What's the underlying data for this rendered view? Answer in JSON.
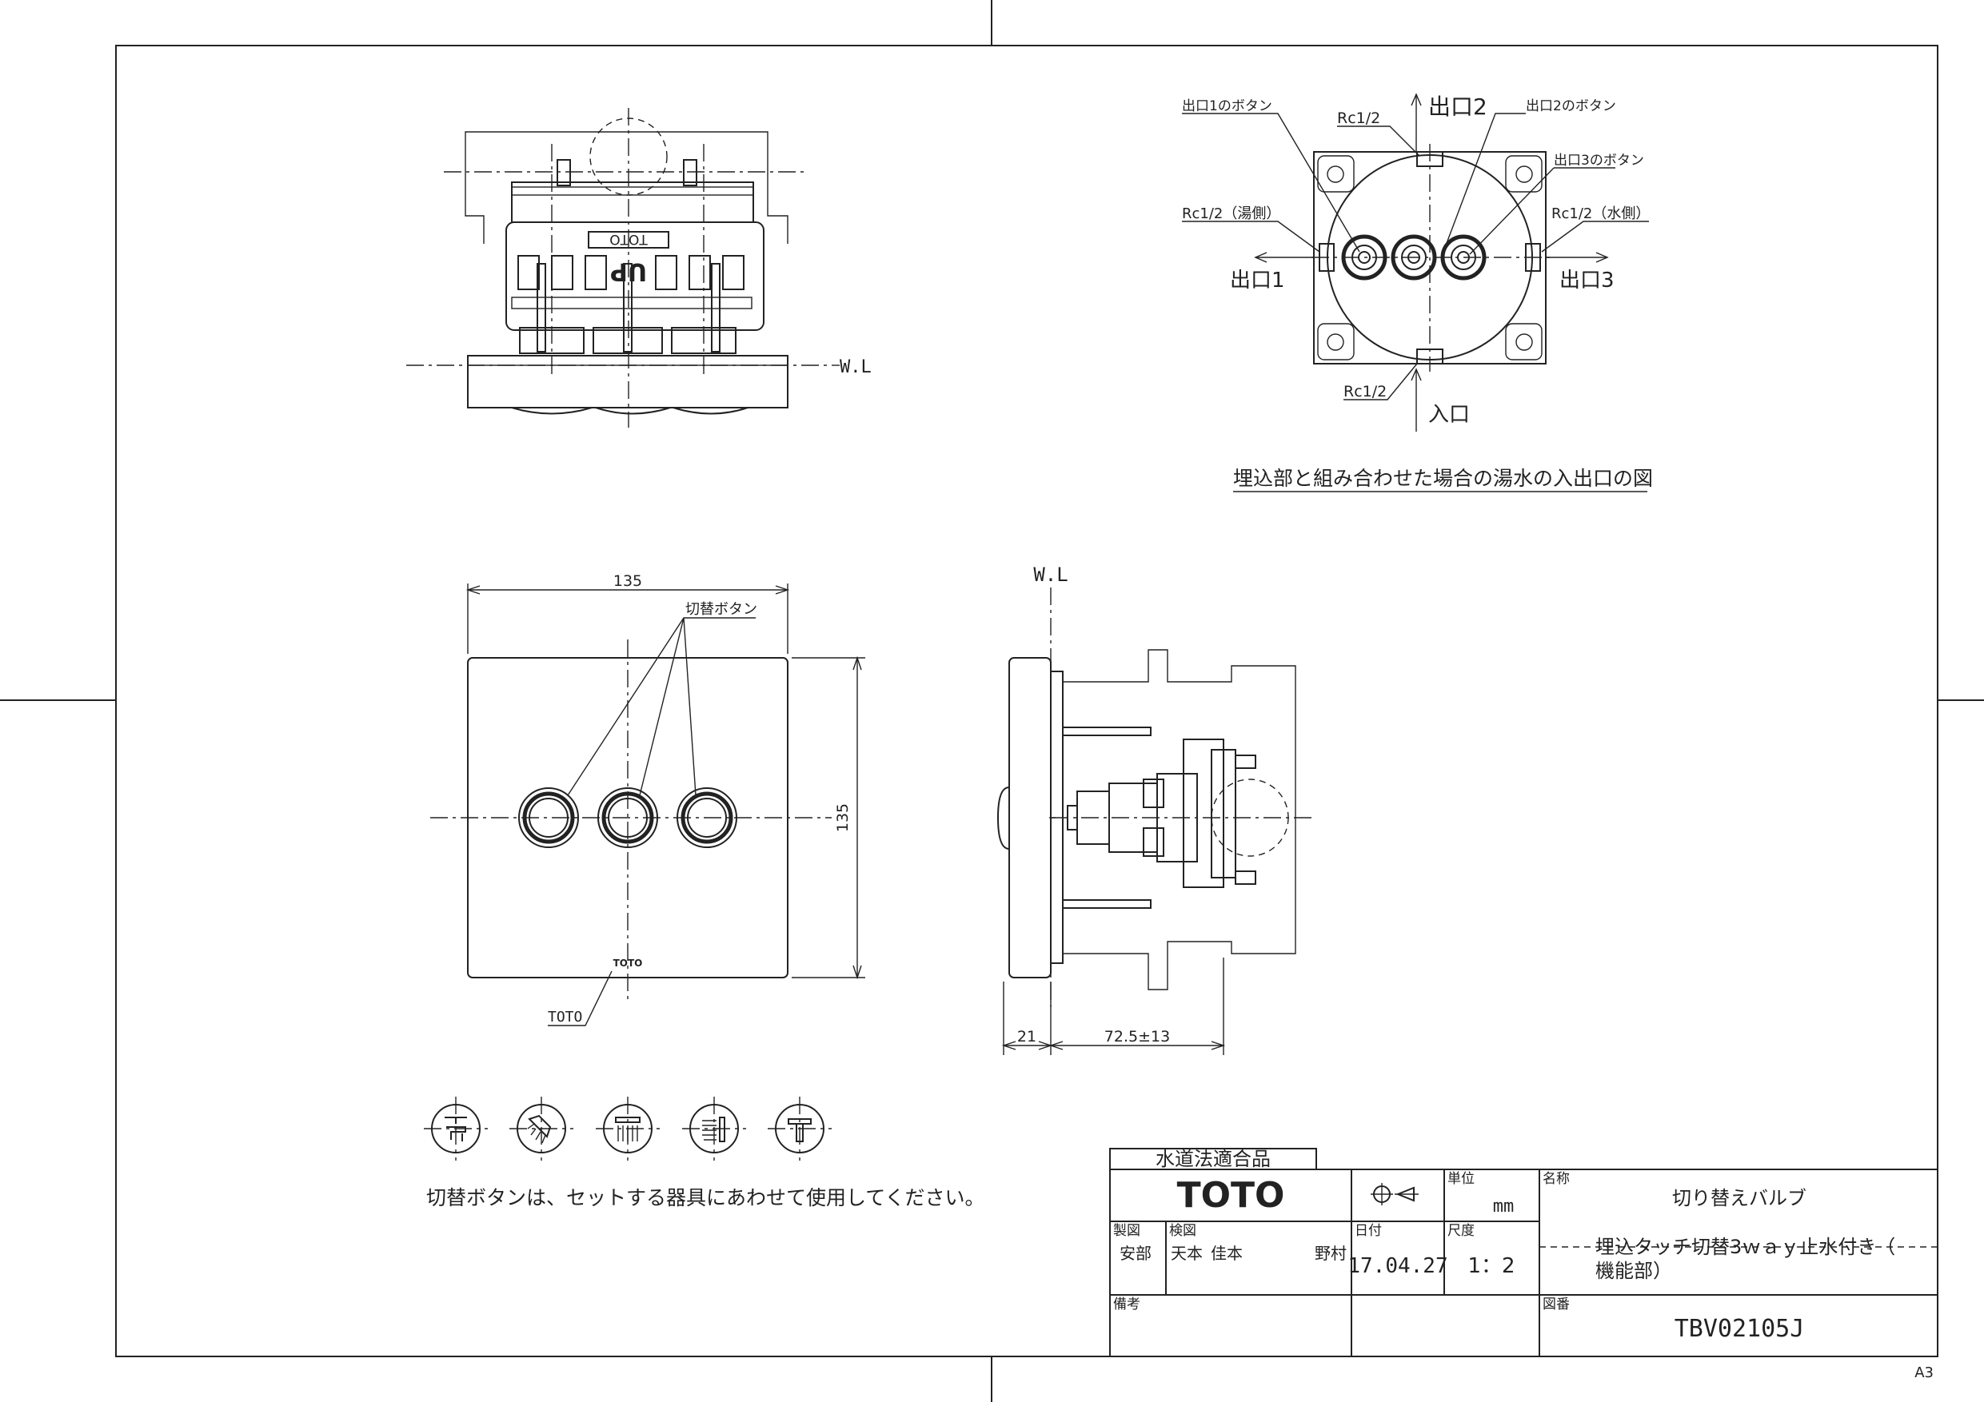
{
  "front_view": {
    "wl_label": "W.L"
  },
  "plumbing_view": {
    "outlet1_button": "出口1のボタン",
    "rc_top": "Rc1/2",
    "outlet2": "出口2",
    "outlet2_button": "出口2のボタン",
    "outlet3_button": "出口3のボタン",
    "rc_hot": "Rc1/2（湯側）",
    "rc_cold": "Rc1/2（水側）",
    "outlet1": "出口1",
    "outlet3": "出口3",
    "rc_bottom": "Rc1/2",
    "inlet": "入口",
    "caption": "埋込部と組み合わせた場合の湯水の入出口の図"
  },
  "plate_view": {
    "width_dim": "135",
    "height_dim": "135",
    "button_label": "切替ボタン",
    "logo_label": "TOTO",
    "plate_logo": "TOTO"
  },
  "side_view": {
    "wl_label": "W.L",
    "dim_plate": "21",
    "dim_depth": "72.5±13"
  },
  "icons": {
    "names": [
      "faucet-icon",
      "shower-icon",
      "rain-shower-icon",
      "hand-shower-icon",
      "spout-icon"
    ],
    "note": "切替ボタンは、セットする器具にあわせて使用してください。"
  },
  "title_block": {
    "certification": "水道法適合品",
    "brand": "TOTO",
    "unit_label": "単位",
    "unit_value": "mm",
    "name_label": "名称",
    "name_value": "切り替えバルブ",
    "drawn_label": "製図",
    "drawn_name": "安部",
    "checked_label": "検図",
    "checked_1": "天本",
    "checked_2": "佳本",
    "checked_3": "野村",
    "date_label": "日付",
    "date_value": "17.04.27",
    "scale_label": "尺度",
    "scale_value": "1：2",
    "description_1": "埋込タッチ切替3ｗａｙ止水付き（",
    "description_2": "機能部）",
    "remarks_label": "備考",
    "drawing_no_label": "図番",
    "drawing_no_value": "TBV02105J"
  },
  "sheet_size": "A3"
}
